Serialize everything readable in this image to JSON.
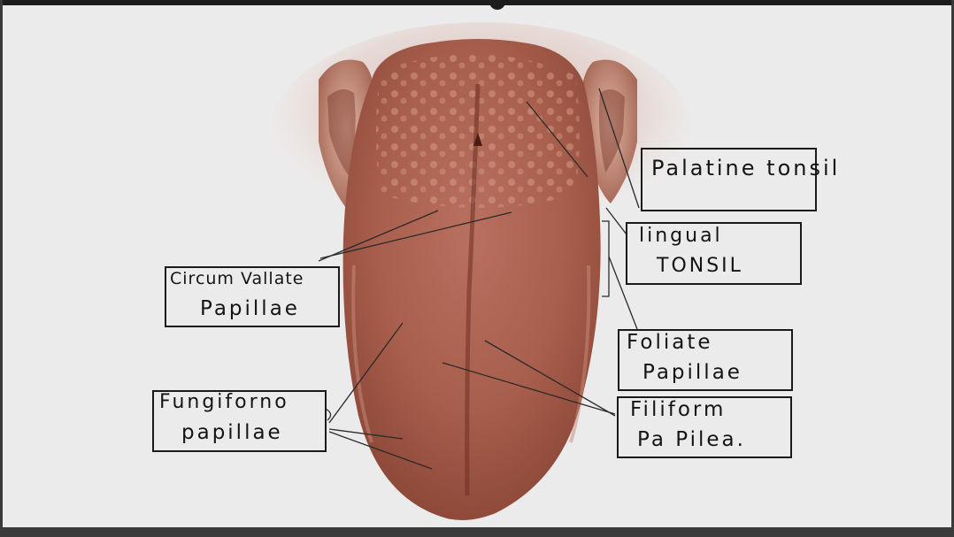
{
  "labels": {
    "palatine_tonsil": {
      "line1": "Palatine tonsil"
    },
    "lingual_tonsil": {
      "line1": "lingual",
      "line2": "TONSIL"
    },
    "circumvallate_papillae": {
      "line1": "Circum Vallate",
      "line2": "Papillae"
    },
    "foliate_papillae": {
      "line1": "Foliate",
      "line2": "Papillae"
    },
    "fungiform_papillae": {
      "line1": "Fungiforno",
      "line2": "papillae"
    },
    "filiform_papillae": {
      "line1": "Filiform",
      "line2": "Pa Pilea."
    }
  },
  "colors": {
    "tongue_body": "#b06a58",
    "tongue_dark": "#8a3f30",
    "tongue_edge": "#c98b78",
    "paper": "#ecebeb",
    "ink": "#141414"
  }
}
